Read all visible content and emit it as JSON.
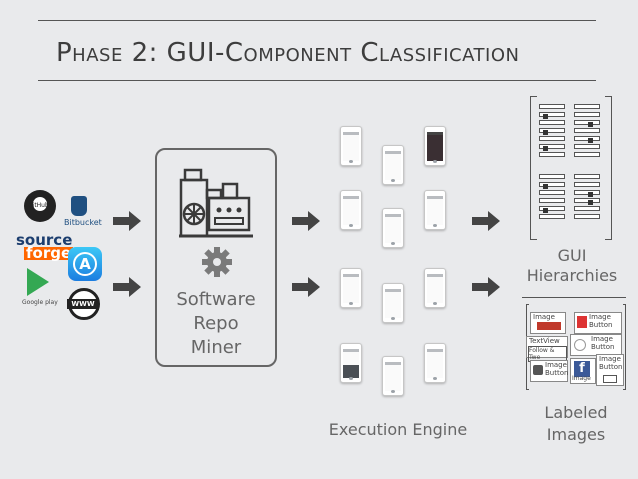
{
  "header": {
    "title": "Phase 2: GUI-Component Classification"
  },
  "sources": {
    "github_label": "GitHub",
    "bitbucket_label": "Bitbucket",
    "sourceforge_top": "source",
    "sourceforge_bottom": "forge",
    "googleplay_label": "Google play",
    "www_label": "WWW"
  },
  "miner": {
    "line1": "Software",
    "line2": "Repo",
    "line3": "Miner"
  },
  "execution": {
    "label": "Execution Engine"
  },
  "hierarchies": {
    "line1": "GUI",
    "line2": "Hierarchies"
  },
  "labeled": {
    "line1": "Labeled",
    "line2": "Images",
    "tags": [
      "Image",
      "Image Button",
      "TextView",
      "Image Button",
      "Image Button",
      "Image",
      "Image Button"
    ],
    "follow_text": "Follow & Twe"
  },
  "colors": {
    "background": "#e9eaec",
    "text": "#555555",
    "rule": "#555555",
    "arrow": "#444444"
  }
}
